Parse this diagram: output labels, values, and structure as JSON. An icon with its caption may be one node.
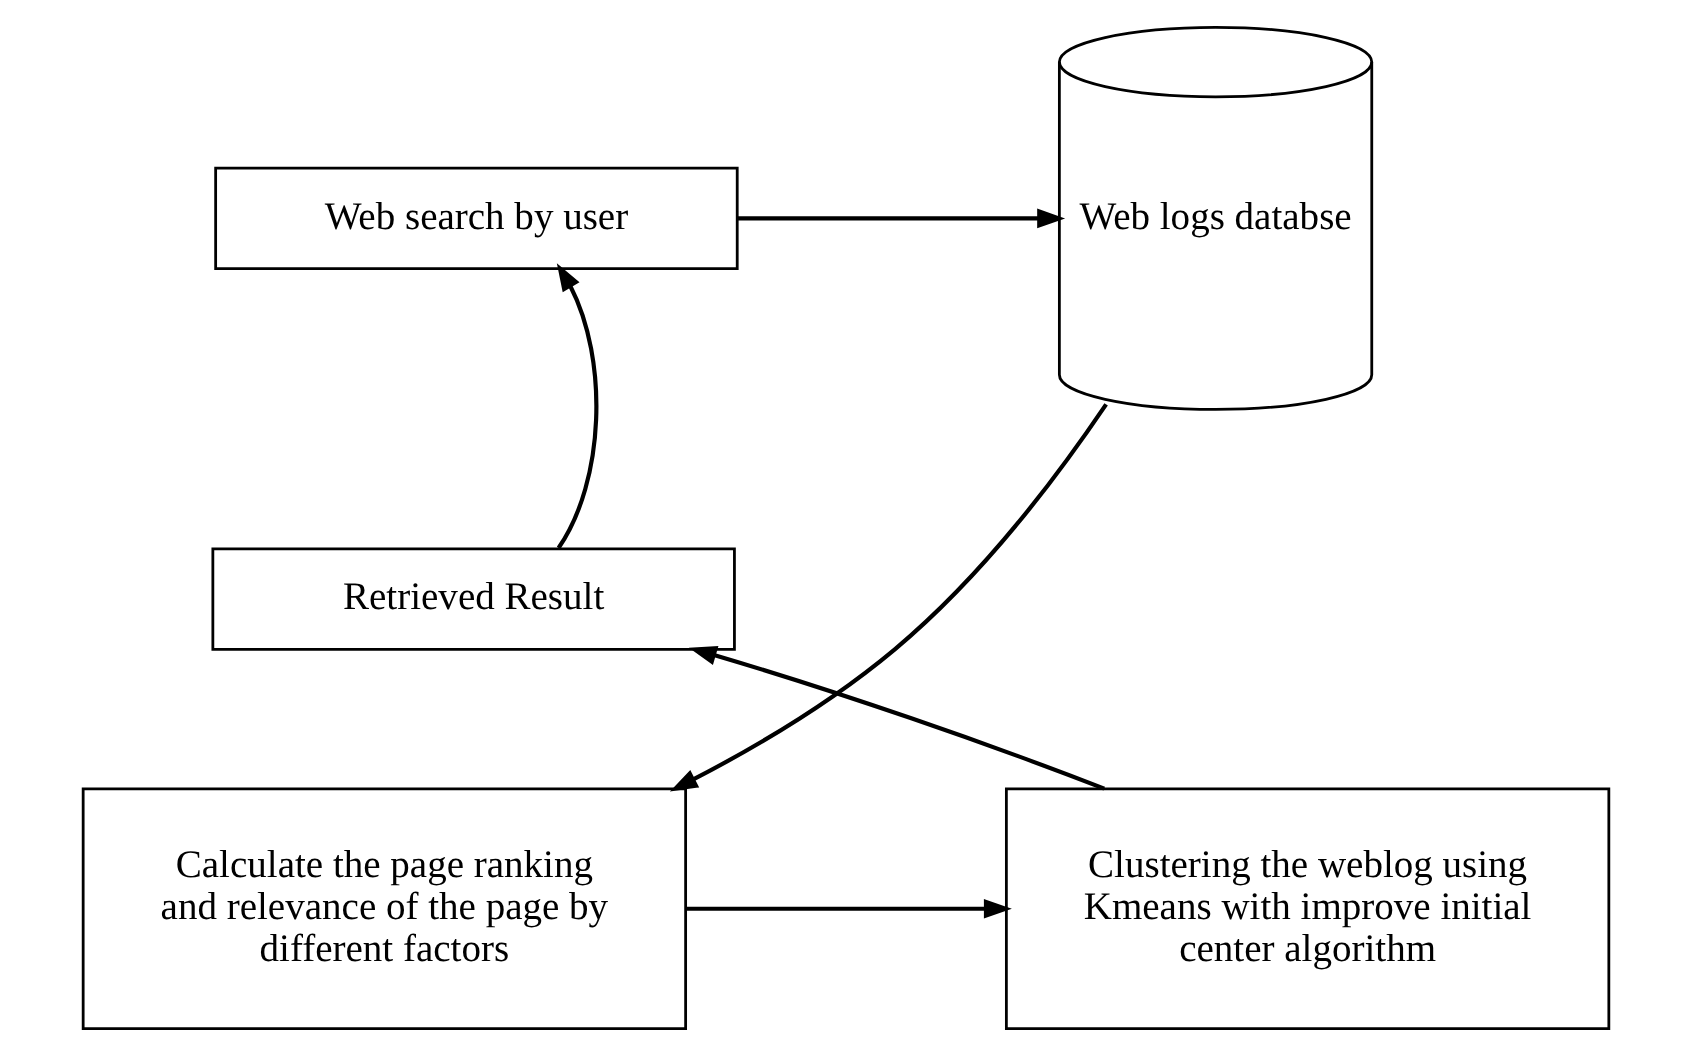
{
  "diagram": {
    "nodes": [
      {
        "text": [
          "Web search by user"
        ]
      },
      {
        "text": [
          "Web logs databse"
        ]
      },
      {
        "text": [
          "Retrieved Result"
        ]
      },
      {
        "text": [
          "Clustering the weblog using Kmeans with improve initial center algorithm"
        ]
      },
      {
        "text": [
          "Calculate the page ranking and relevance of the page by different factors"
        ]
      }
    ],
    "edges": [
      {
        "from": 0,
        "to": 1,
        "arrow": "to"
      },
      {
        "from": 1,
        "to": 4,
        "arrow": "to"
      },
      {
        "from": 4,
        "to": 3,
        "arrow": "to"
      },
      {
        "from": 3,
        "to": 2,
        "arrow": "to"
      },
      {
        "from": 2,
        "to": 0,
        "arrow": "to"
      }
    ]
  }
}
